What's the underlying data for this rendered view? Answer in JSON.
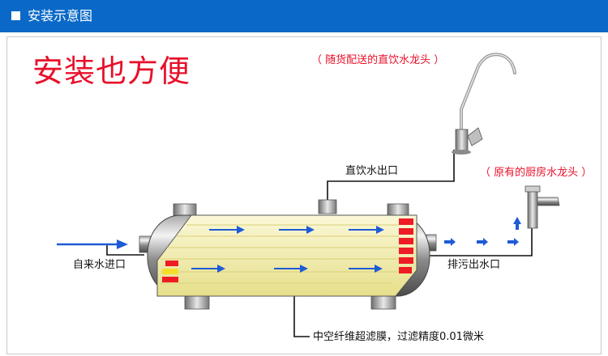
{
  "header": {
    "title": "安装示意图"
  },
  "diagram": {
    "headline": "安装也方便",
    "labels": {
      "faucet_direct": "（ 随货配送的直饮水龙头 ）",
      "faucet_kitchen": "（ 原有的厨房水龙头 ）",
      "drinking_outlet": "直饮水出口",
      "tap_inlet": "自来水进口",
      "drain_outlet": "排污出水口",
      "membrane": "中空纤维超滤膜，过滤精度0.01微米"
    }
  },
  "colors": {
    "header_bg": "#0a69c8",
    "accent_red": "#e8102a",
    "flow_arrow": "#1e5bd6",
    "membrane_fill": "#f1eca8",
    "cap_red": "#ee1c24"
  }
}
